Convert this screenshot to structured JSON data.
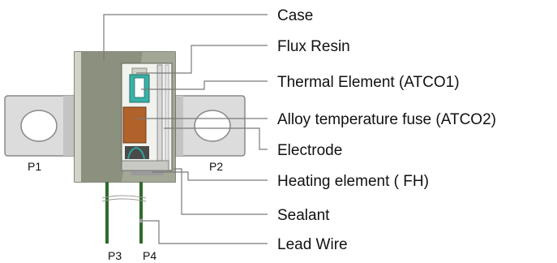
{
  "diagram": {
    "callouts": [
      {
        "id": "case",
        "label": "Case"
      },
      {
        "id": "flux-resin",
        "label": "Flux Resin"
      },
      {
        "id": "thermal-element",
        "label": "Thermal Element (ATCO1)"
      },
      {
        "id": "alloy-fuse",
        "label": "Alloy temperature fuse (ATCO2)"
      },
      {
        "id": "electrode",
        "label": "Electrode"
      },
      {
        "id": "heating-element",
        "label": "Heating element ( FH)"
      },
      {
        "id": "sealant",
        "label": "Sealant"
      },
      {
        "id": "lead-wire",
        "label": "Lead Wire"
      }
    ],
    "pins": {
      "p1": "P1",
      "p2": "P2",
      "p3": "P3",
      "p4": "P4"
    }
  },
  "colors": {
    "case_body": "#a7aa9c",
    "case_dark": "#6f7465",
    "terminal": "#dcdcdc",
    "fuse": "#b0622a",
    "thermal": "#2fa39a",
    "lead_wire": "#2f6b2c",
    "leader_line": "#7a7a7a"
  }
}
